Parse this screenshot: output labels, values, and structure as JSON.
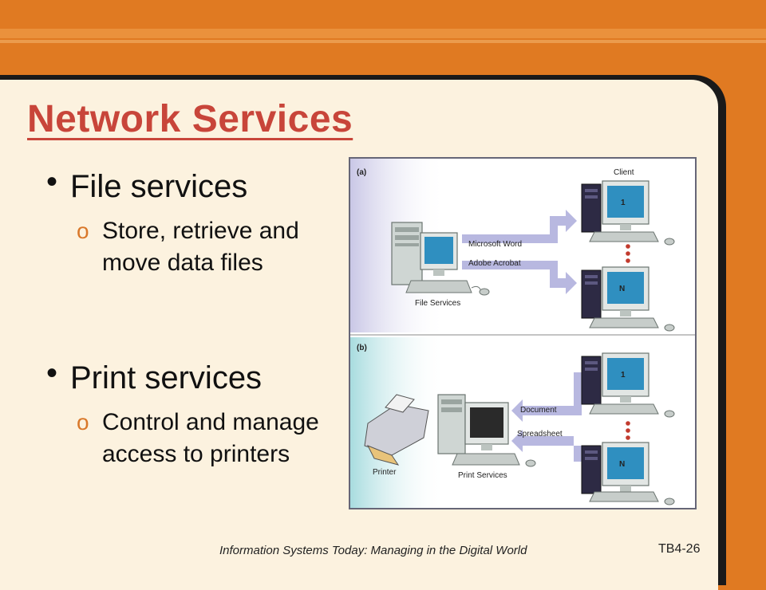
{
  "slide": {
    "title": "Network Services",
    "bullets": [
      {
        "label": "File services",
        "sub": "Store, retrieve and move data files"
      },
      {
        "label": "Print services",
        "sub": "Control and manage access to printers"
      }
    ],
    "sub_marker": "o",
    "footer": "Information Systems Today: Managing in the Digital World",
    "page": "TB4-26"
  },
  "figure": {
    "part_a": {
      "tag": "(a)",
      "server_label": "File Services",
      "client_header": "Client",
      "flows": [
        "Microsoft Word",
        "Adobe Acrobat"
      ],
      "clients": [
        "1",
        "N"
      ]
    },
    "part_b": {
      "tag": "(b)",
      "printer_label": "Printer",
      "server_label": "Print Services",
      "flows": [
        "Document",
        "Spreadsheet"
      ],
      "clients": [
        "1",
        "N"
      ]
    }
  },
  "colors": {
    "background": "#e07a22",
    "panel": "#fcf2df",
    "title": "#c8453a",
    "sub_marker": "#d9782a",
    "arrow": "#b8b8e0"
  }
}
